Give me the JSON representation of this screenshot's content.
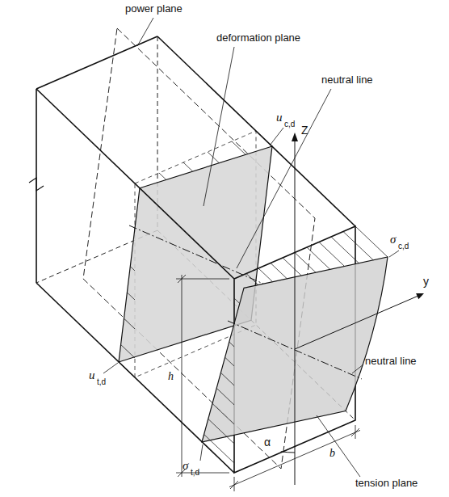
{
  "diagram": {
    "labels": [
      "power plane",
      "deformation plane",
      "neutral line",
      "u",
      "c,d",
      "Z",
      "σ",
      "c,d",
      "y",
      "neutral line",
      "u",
      "t,d",
      "h",
      "α",
      "σ",
      "t,d",
      "b",
      "tension plane"
    ]
  }
}
